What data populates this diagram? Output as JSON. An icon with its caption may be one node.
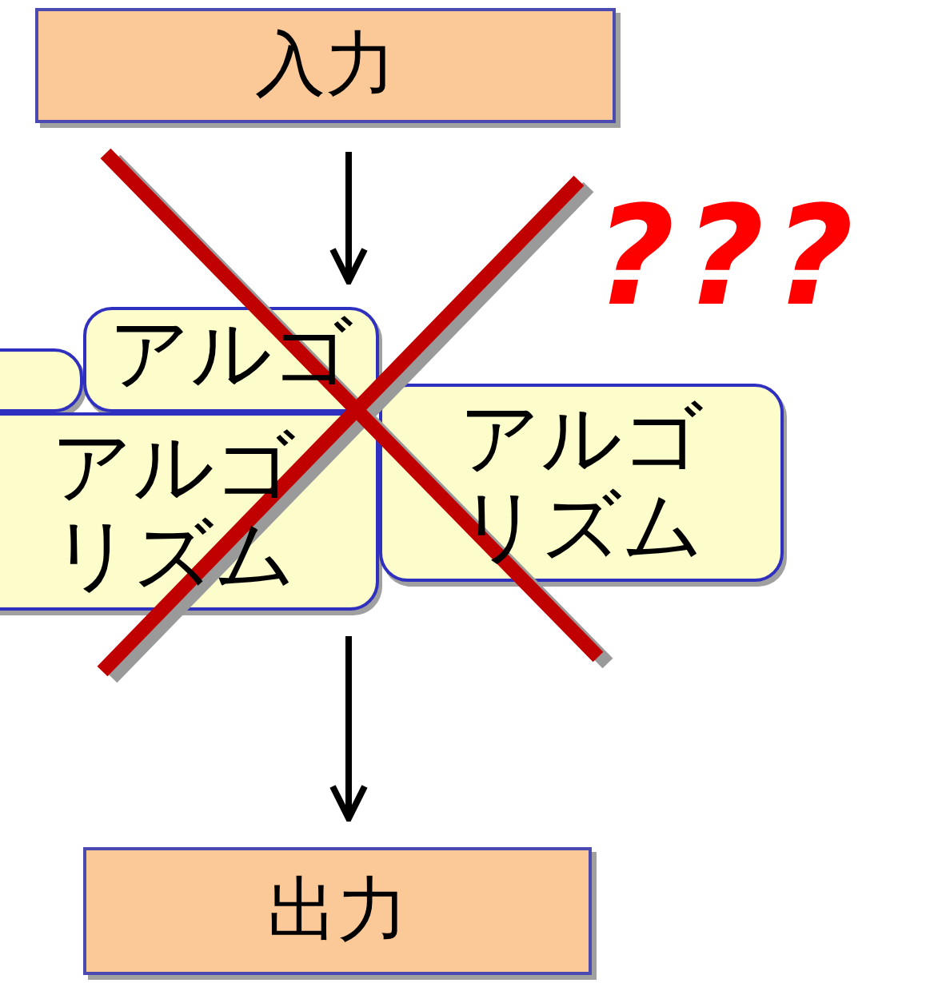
{
  "diagram": {
    "nodes": [
      {
        "text": [
          "入力"
        ]
      },
      {
        "text": [],
        "shape": "box"
      },
      {
        "text": [
          "アルゴ"
        ]
      },
      {
        "text": [
          "アルゴリズム"
        ]
      },
      {
        "text": [
          "アルゴリズム"
        ]
      },
      {
        "text": [
          "出力"
        ]
      }
    ],
    "edges": [
      {
        "from": 0,
        "to": 2,
        "arrow": "to"
      },
      {
        "from": 3,
        "to": 5,
        "arrow": "to"
      }
    ],
    "labels": [
      "???"
    ]
  }
}
